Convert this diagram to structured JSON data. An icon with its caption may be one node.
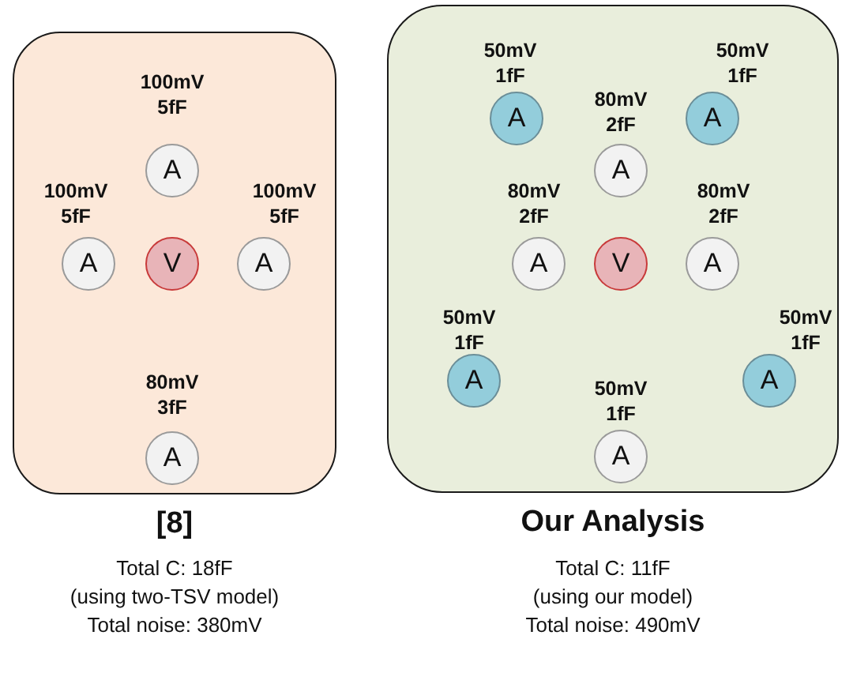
{
  "diagram": {
    "nodes": [
      {
        "text": [
          "[8]"
        ],
        "beside": [
          "Total C: 18fF",
          "(using two-TSV model)",
          "Total noise: 380mV"
        ]
      },
      {
        "text": [
          "A"
        ],
        "in": 0,
        "beside": [
          "100mV 5fF"
        ]
      },
      {
        "text": [
          "A"
        ],
        "in": 0,
        "beside": [
          "100mV 5fF"
        ]
      },
      {
        "text": [
          "V"
        ],
        "in": 0
      },
      {
        "text": [
          "A"
        ],
        "in": 0,
        "beside": [
          "100mV 5fF"
        ]
      },
      {
        "text": [
          "A"
        ],
        "in": 0,
        "beside": [
          "80mV 3fF"
        ]
      },
      {
        "text": [
          "Our Analysis"
        ],
        "beside": [
          "Total C: 11fF",
          "(using our model)",
          "Total noise: 490mV"
        ]
      },
      {
        "text": [
          "A"
        ],
        "in": 6,
        "beside": [
          "50mV 1fF"
        ]
      },
      {
        "text": [
          "A"
        ],
        "in": 6,
        "beside": [
          "50mV 1fF"
        ]
      },
      {
        "text": [
          "A"
        ],
        "in": 6,
        "beside": [
          "80mV 2fF"
        ]
      },
      {
        "text": [
          "A"
        ],
        "in": 6,
        "beside": [
          "80mV 2fF"
        ]
      },
      {
        "text": [
          "V"
        ],
        "in": 6
      },
      {
        "text": [
          "A"
        ],
        "in": 6,
        "beside": [
          "80mV 2fF"
        ]
      },
      {
        "text": [
          "A"
        ],
        "in": 6,
        "beside": [
          "50mV 1fF"
        ]
      },
      {
        "text": [
          "A"
        ],
        "in": 6,
        "beside": [
          "50mV 1fF"
        ]
      },
      {
        "text": [
          "A"
        ],
        "in": 6,
        "beside": [
          "50mV 1fF"
        ]
      }
    ]
  }
}
